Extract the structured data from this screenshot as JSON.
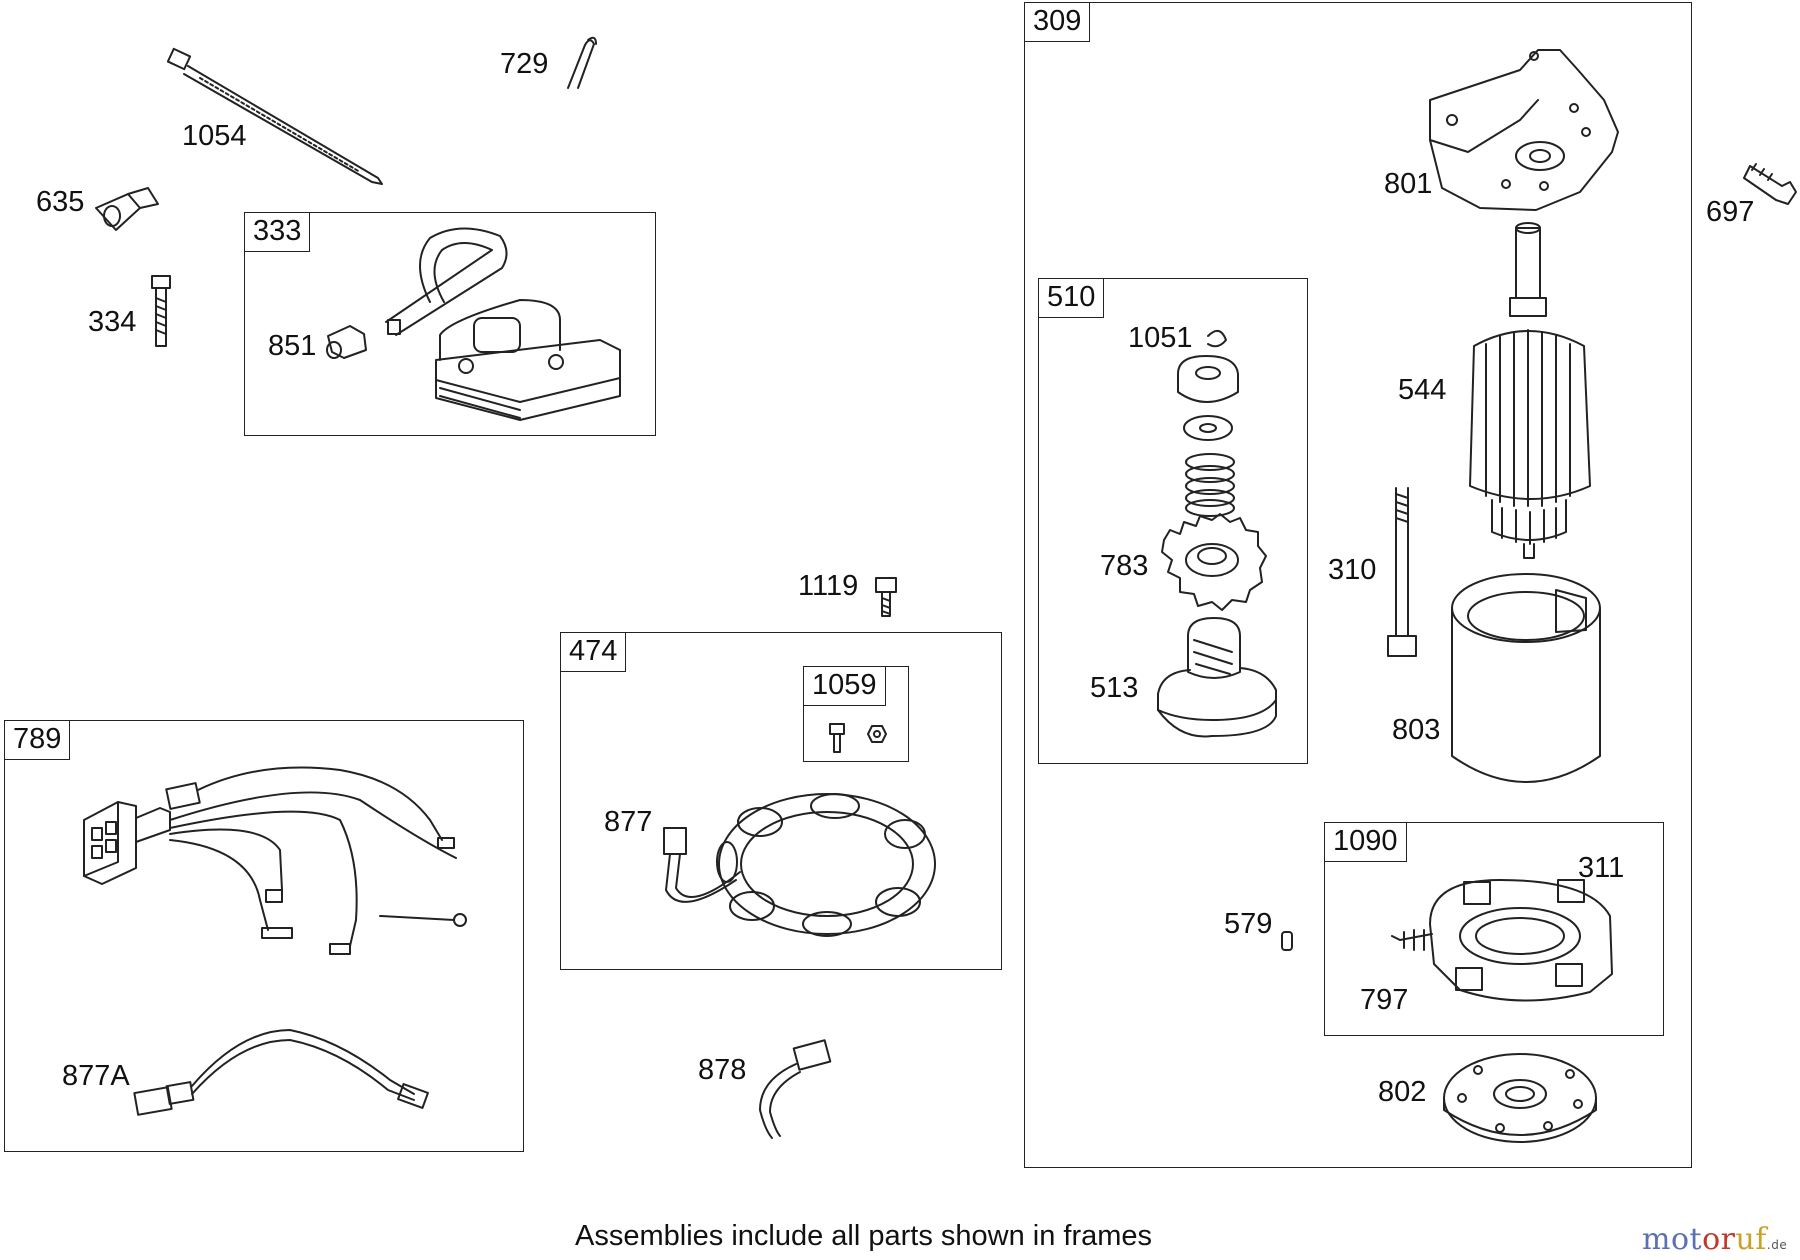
{
  "frames": {
    "f309": "309",
    "f510": "510",
    "f1090": "1090",
    "f333": "333",
    "f474": "474",
    "f1059": "1059",
    "f789": "789"
  },
  "callouts": {
    "c729": "729",
    "c1054": "1054",
    "c635": "635",
    "c334": "334",
    "c851": "851",
    "c1119": "1119",
    "c877": "877",
    "c877A": "877A",
    "c878": "878",
    "c801": "801",
    "c697": "697",
    "c1051": "1051",
    "c544": "544",
    "c783": "783",
    "c310": "310",
    "c513": "513",
    "c803": "803",
    "c579": "579",
    "c311": "311",
    "c797": "797",
    "c802": "802"
  },
  "caption": "Assemblies include all parts shown in frames",
  "brand": {
    "part1": "mot",
    "part2": "or",
    "part3": "uf",
    "tld": ".de"
  }
}
